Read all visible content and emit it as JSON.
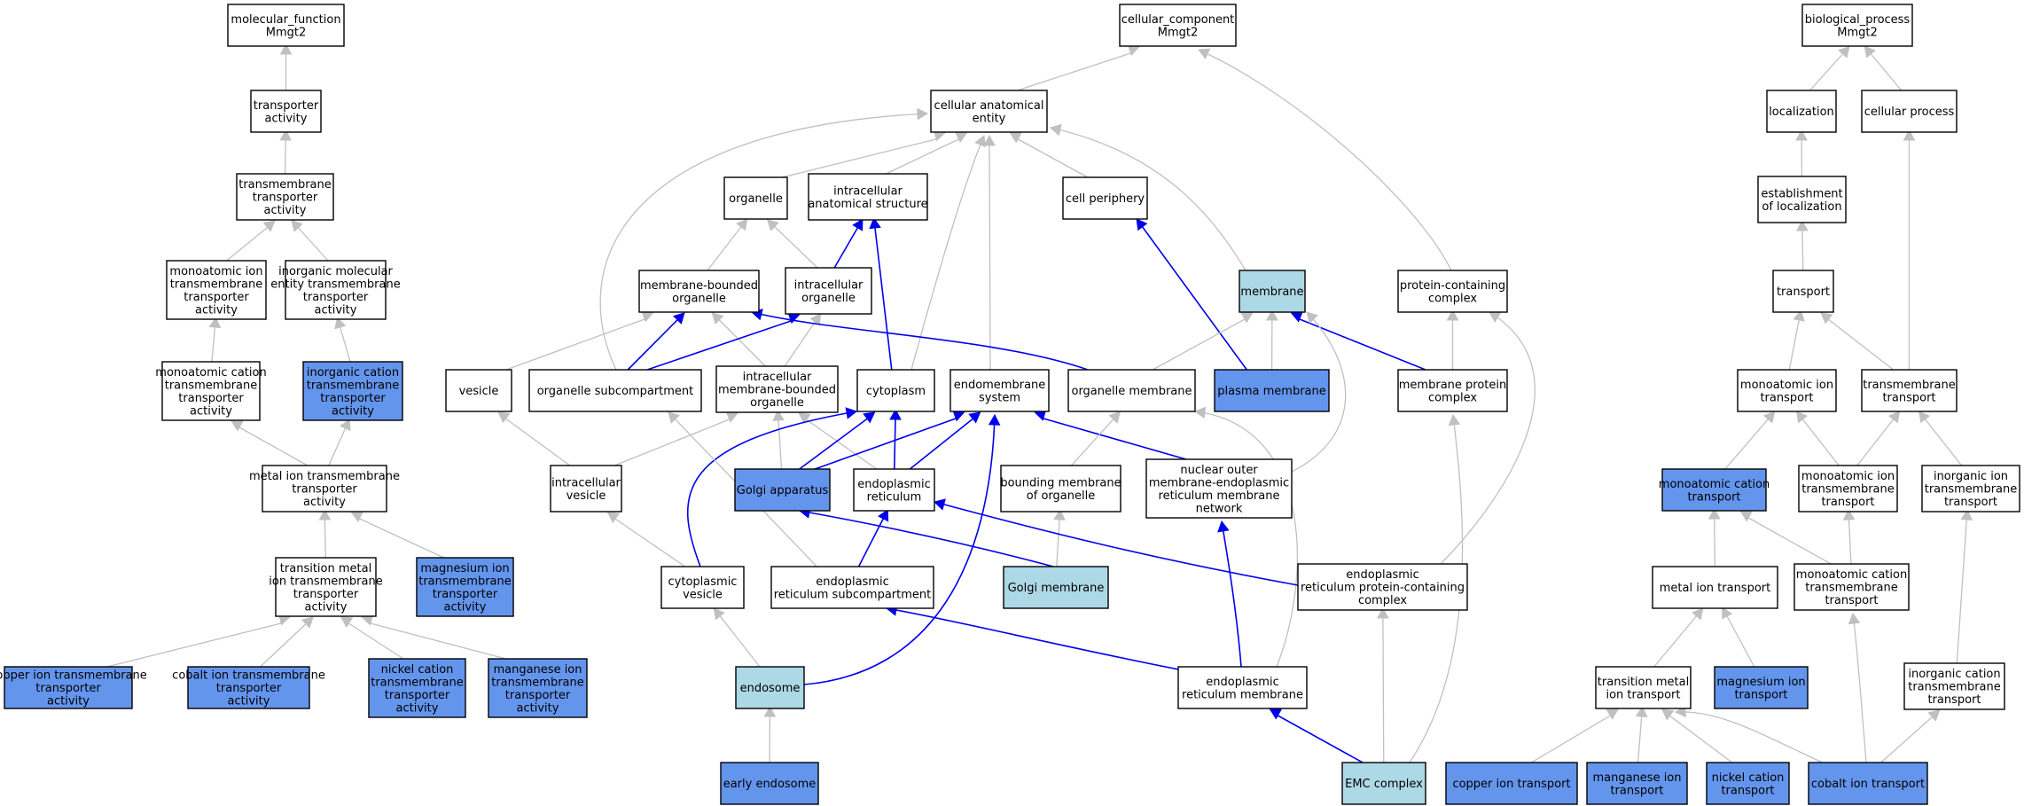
{
  "colors": {
    "plain": "#ffffff",
    "light": "#add8e6",
    "dark": "#6495ed",
    "edge_gray": "#c0c0c0",
    "edge_blue": "#0000ee"
  },
  "nodes": {
    "mf": {
      "lines": [
        "molecular_function",
        "Mmgt2"
      ],
      "style": "plain"
    },
    "ta": {
      "lines": [
        "transporter",
        "activity"
      ],
      "style": "plain"
    },
    "tmta": {
      "lines": [
        "transmembrane",
        "transporter",
        "activity"
      ],
      "style": "plain"
    },
    "mitta": {
      "lines": [
        "monoatomic ion",
        "transmembrane",
        "transporter",
        "activity"
      ],
      "style": "plain"
    },
    "imetta": {
      "lines": [
        "inorganic molecular",
        "entity transmembrane",
        "transporter",
        "activity"
      ],
      "style": "plain"
    },
    "mctta": {
      "lines": [
        "monoatomic cation",
        "transmembrane",
        "transporter",
        "activity"
      ],
      "style": "plain"
    },
    "icta": {
      "lines": [
        "inorganic cation",
        "transmembrane",
        "transporter",
        "activity"
      ],
      "style": "dark"
    },
    "mitra": {
      "lines": [
        "metal ion transmembrane",
        "transporter",
        "activity"
      ],
      "style": "plain"
    },
    "tmitta": {
      "lines": [
        "transition metal",
        "ion transmembrane",
        "transporter",
        "activity"
      ],
      "style": "plain"
    },
    "mgta": {
      "lines": [
        "magnesium ion",
        "transmembrane",
        "transporter",
        "activity"
      ],
      "style": "dark"
    },
    "cuta": {
      "lines": [
        "copper ion transmembrane",
        "transporter",
        "activity"
      ],
      "style": "dark"
    },
    "cota": {
      "lines": [
        "cobalt ion transmembrane",
        "transporter",
        "activity"
      ],
      "style": "dark"
    },
    "nita": {
      "lines": [
        "nickel cation",
        "transmembrane",
        "transporter",
        "activity"
      ],
      "style": "dark"
    },
    "mnta": {
      "lines": [
        "manganese ion",
        "transmembrane",
        "transporter",
        "activity"
      ],
      "style": "dark"
    },
    "cc": {
      "lines": [
        "cellular_component",
        "Mmgt2"
      ],
      "style": "plain"
    },
    "cae": {
      "lines": [
        "cellular anatomical",
        "entity"
      ],
      "style": "plain"
    },
    "org": {
      "lines": [
        "organelle"
      ],
      "style": "plain"
    },
    "ias": {
      "lines": [
        "intracellular",
        "anatomical structure"
      ],
      "style": "plain"
    },
    "cp": {
      "lines": [
        "cell periphery"
      ],
      "style": "plain"
    },
    "mbo": {
      "lines": [
        "membrane-bounded",
        "organelle"
      ],
      "style": "plain"
    },
    "io": {
      "lines": [
        "intracellular",
        "organelle"
      ],
      "style": "plain"
    },
    "mem": {
      "lines": [
        "membrane"
      ],
      "style": "light"
    },
    "pcc": {
      "lines": [
        "protein-containing",
        "complex"
      ],
      "style": "plain"
    },
    "ves": {
      "lines": [
        "vesicle"
      ],
      "style": "plain"
    },
    "osc": {
      "lines": [
        "organelle subcompartment"
      ],
      "style": "plain"
    },
    "imbo": {
      "lines": [
        "intracellular",
        "membrane-bounded",
        "organelle"
      ],
      "style": "plain"
    },
    "cyt": {
      "lines": [
        "cytoplasm"
      ],
      "style": "plain"
    },
    "ems": {
      "lines": [
        "endomembrane",
        "system"
      ],
      "style": "plain"
    },
    "om": {
      "lines": [
        "organelle membrane"
      ],
      "style": "plain"
    },
    "pm": {
      "lines": [
        "plasma membrane"
      ],
      "style": "dark"
    },
    "mpc": {
      "lines": [
        "membrane protein",
        "complex"
      ],
      "style": "plain"
    },
    "iv": {
      "lines": [
        "intracellular",
        "vesicle"
      ],
      "style": "plain"
    },
    "ga": {
      "lines": [
        "Golgi apparatus"
      ],
      "style": "dark"
    },
    "er": {
      "lines": [
        "endoplasmic",
        "reticulum"
      ],
      "style": "plain"
    },
    "bmo": {
      "lines": [
        "bounding membrane",
        "of organelle"
      ],
      "style": "plain"
    },
    "nom": {
      "lines": [
        "nuclear outer",
        "membrane-endoplasmic",
        "reticulum membrane",
        "network"
      ],
      "style": "plain"
    },
    "cv": {
      "lines": [
        "cytoplasmic",
        "vesicle"
      ],
      "style": "plain"
    },
    "ersc": {
      "lines": [
        "endoplasmic",
        "reticulum subcompartment"
      ],
      "style": "plain"
    },
    "gm": {
      "lines": [
        "Golgi membrane"
      ],
      "style": "light"
    },
    "erpc": {
      "lines": [
        "endoplasmic",
        "reticulum protein-containing",
        "complex"
      ],
      "style": "plain"
    },
    "endo": {
      "lines": [
        "endosome"
      ],
      "style": "light"
    },
    "erm": {
      "lines": [
        "endoplasmic",
        "reticulum membrane"
      ],
      "style": "plain"
    },
    "ee": {
      "lines": [
        "early endosome"
      ],
      "style": "dark"
    },
    "emc": {
      "lines": [
        "EMC complex"
      ],
      "style": "light"
    },
    "bp": {
      "lines": [
        "biological_process",
        "Mmgt2"
      ],
      "style": "plain"
    },
    "loc": {
      "lines": [
        "localization"
      ],
      "style": "plain"
    },
    "celp": {
      "lines": [
        "cellular process"
      ],
      "style": "plain"
    },
    "eol": {
      "lines": [
        "establishment",
        "of localization"
      ],
      "style": "plain"
    },
    "tr": {
      "lines": [
        "transport"
      ],
      "style": "plain"
    },
    "mit": {
      "lines": [
        "monoatomic ion",
        "transport"
      ],
      "style": "plain"
    },
    "tmt": {
      "lines": [
        "transmembrane",
        "transport"
      ],
      "style": "plain"
    },
    "mct": {
      "lines": [
        "monoatomic cation",
        "transport"
      ],
      "style": "dark"
    },
    "mitt": {
      "lines": [
        "monoatomic ion",
        "transmembrane",
        "transport"
      ],
      "style": "plain"
    },
    "iit": {
      "lines": [
        "inorganic ion",
        "transmembrane",
        "transport"
      ],
      "style": "plain"
    },
    "mit2": {
      "lines": [
        "metal ion transport"
      ],
      "style": "plain"
    },
    "mctt": {
      "lines": [
        "monoatomic cation",
        "transmembrane",
        "transport"
      ],
      "style": "plain"
    },
    "tmit": {
      "lines": [
        "transition metal",
        "ion transport"
      ],
      "style": "plain"
    },
    "mgt": {
      "lines": [
        "magnesium ion",
        "transport"
      ],
      "style": "dark"
    },
    "ict": {
      "lines": [
        "inorganic cation",
        "transmembrane",
        "transport"
      ],
      "style": "plain"
    },
    "cut": {
      "lines": [
        "copper ion transport"
      ],
      "style": "dark"
    },
    "mnt": {
      "lines": [
        "manganese ion",
        "transport"
      ],
      "style": "dark"
    },
    "nit": {
      "lines": [
        "nickel cation",
        "transport"
      ],
      "style": "dark"
    },
    "cot": {
      "lines": [
        "cobalt ion transport"
      ],
      "style": "dark"
    }
  },
  "edges": [
    [
      "ta",
      "mf",
      "g"
    ],
    [
      "tmta",
      "ta",
      "g"
    ],
    [
      "mitta",
      "tmta",
      "g"
    ],
    [
      "imetta",
      "tmta",
      "g"
    ],
    [
      "mctta",
      "mitta",
      "g"
    ],
    [
      "icta",
      "imetta",
      "g"
    ],
    [
      "mitra",
      "mctta",
      "g"
    ],
    [
      "mitra",
      "icta",
      "g"
    ],
    [
      "tmitta",
      "mitra",
      "g"
    ],
    [
      "mgta",
      "mitra",
      "g"
    ],
    [
      "cuta",
      "tmitta",
      "g"
    ],
    [
      "cota",
      "tmitta",
      "g"
    ],
    [
      "nita",
      "tmitta",
      "g"
    ],
    [
      "mnta",
      "tmitta",
      "g"
    ],
    [
      "cae",
      "cc",
      "g"
    ],
    [
      "pcc",
      "cc",
      "g"
    ],
    [
      "org",
      "cae",
      "g"
    ],
    [
      "ias",
      "cae",
      "g"
    ],
    [
      "cp",
      "cae",
      "g"
    ],
    [
      "mem",
      "cae",
      "g"
    ],
    [
      "osc",
      "cae",
      "g"
    ],
    [
      "cyt",
      "cae",
      "g"
    ],
    [
      "ems",
      "cae",
      "g"
    ],
    [
      "mbo",
      "org",
      "g"
    ],
    [
      "io",
      "org",
      "g"
    ],
    [
      "io",
      "ias",
      "b"
    ],
    [
      "cyt",
      "ias",
      "b"
    ],
    [
      "pm",
      "cp",
      "b"
    ],
    [
      "ves",
      "mbo",
      "g"
    ],
    [
      "osc",
      "mbo",
      "b"
    ],
    [
      "imbo",
      "mbo",
      "g"
    ],
    [
      "osc",
      "io",
      "b"
    ],
    [
      "imbo",
      "io",
      "g"
    ],
    [
      "om",
      "mbo",
      "b"
    ],
    [
      "om",
      "mem",
      "g"
    ],
    [
      "pm",
      "mem",
      "g"
    ],
    [
      "mpc",
      "mem",
      "b"
    ],
    [
      "mpc",
      "pcc",
      "g"
    ],
    [
      "nom",
      "mem",
      "g"
    ],
    [
      "iv",
      "ves",
      "g"
    ],
    [
      "iv",
      "imbo",
      "g"
    ],
    [
      "ga",
      "imbo",
      "g"
    ],
    [
      "er",
      "imbo",
      "g"
    ],
    [
      "ga",
      "cyt",
      "b"
    ],
    [
      "er",
      "cyt",
      "b"
    ],
    [
      "cv",
      "cyt",
      "b"
    ],
    [
      "ga",
      "ems",
      "b"
    ],
    [
      "er",
      "ems",
      "b"
    ],
    [
      "nom",
      "ems",
      "b"
    ],
    [
      "endo",
      "ems",
      "b"
    ],
    [
      "bmo",
      "om",
      "g"
    ],
    [
      "erm",
      "om",
      "g"
    ],
    [
      "erpc",
      "pcc",
      "g"
    ],
    [
      "cv",
      "iv",
      "g"
    ],
    [
      "ersc",
      "osc",
      "g"
    ],
    [
      "gm",
      "ga",
      "b"
    ],
    [
      "gm",
      "bmo",
      "g"
    ],
    [
      "ersc",
      "er",
      "b"
    ],
    [
      "erpc",
      "er",
      "b"
    ],
    [
      "erm",
      "nom",
      "b"
    ],
    [
      "erm",
      "ersc",
      "b"
    ],
    [
      "endo",
      "cv",
      "g"
    ],
    [
      "ee",
      "endo",
      "g"
    ],
    [
      "emc",
      "erm",
      "b"
    ],
    [
      "emc",
      "erpc",
      "g"
    ],
    [
      "emc",
      "mpc",
      "g"
    ],
    [
      "loc",
      "bp",
      "g"
    ],
    [
      "celp",
      "bp",
      "g"
    ],
    [
      "eol",
      "loc",
      "g"
    ],
    [
      "tr",
      "eol",
      "g"
    ],
    [
      "tmt",
      "celp",
      "g"
    ],
    [
      "mit",
      "tr",
      "g"
    ],
    [
      "tmt",
      "tr",
      "g"
    ],
    [
      "mct",
      "mit",
      "g"
    ],
    [
      "mitt",
      "mit",
      "g"
    ],
    [
      "mitt",
      "tmt",
      "g"
    ],
    [
      "iit",
      "tmt",
      "g"
    ],
    [
      "mit2",
      "mct",
      "g"
    ],
    [
      "mctt",
      "mct",
      "g"
    ],
    [
      "mctt",
      "mitt",
      "g"
    ],
    [
      "ict",
      "iit",
      "g"
    ],
    [
      "tmit",
      "mit2",
      "g"
    ],
    [
      "mgt",
      "mit2",
      "g"
    ],
    [
      "cut",
      "tmit",
      "g"
    ],
    [
      "mnt",
      "tmit",
      "g"
    ],
    [
      "nit",
      "tmit",
      "g"
    ],
    [
      "cot",
      "tmit",
      "g"
    ],
    [
      "cot",
      "mctt",
      "g"
    ],
    [
      "cot",
      "ict",
      "g"
    ]
  ]
}
